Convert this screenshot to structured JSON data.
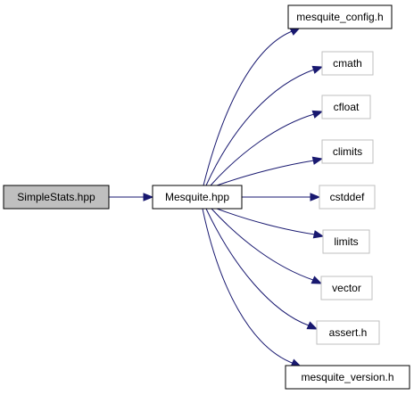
{
  "colors": {
    "edge": "#191970",
    "node_border_solid": "#000000",
    "node_border_external": "#bfbfbf",
    "node_fill": "#ffffff",
    "node_fill_highlight": "#bfbfbf",
    "text": "#000000"
  },
  "nodes": {
    "simplestats": {
      "label": "SimpleStats.hpp",
      "style": "highlight"
    },
    "mesquite": {
      "label": "Mesquite.hpp",
      "style": "solid"
    },
    "mesquite_config": {
      "label": "mesquite_config.h",
      "style": "solid"
    },
    "cmath": {
      "label": "cmath",
      "style": "external"
    },
    "cfloat": {
      "label": "cfloat",
      "style": "external"
    },
    "climits": {
      "label": "climits",
      "style": "external"
    },
    "cstddef": {
      "label": "cstddef",
      "style": "external"
    },
    "limits": {
      "label": "limits",
      "style": "external"
    },
    "vector": {
      "label": "vector",
      "style": "external"
    },
    "assert_h": {
      "label": "assert.h",
      "style": "external"
    },
    "mesquite_version": {
      "label": "mesquite_version.h",
      "style": "solid"
    }
  },
  "edges": [
    {
      "from": "simplestats",
      "to": "mesquite"
    },
    {
      "from": "mesquite",
      "to": "mesquite_config"
    },
    {
      "from": "mesquite",
      "to": "cmath"
    },
    {
      "from": "mesquite",
      "to": "cfloat"
    },
    {
      "from": "mesquite",
      "to": "climits"
    },
    {
      "from": "mesquite",
      "to": "cstddef"
    },
    {
      "from": "mesquite",
      "to": "limits"
    },
    {
      "from": "mesquite",
      "to": "vector"
    },
    {
      "from": "mesquite",
      "to": "assert_h"
    },
    {
      "from": "mesquite",
      "to": "mesquite_version"
    }
  ]
}
